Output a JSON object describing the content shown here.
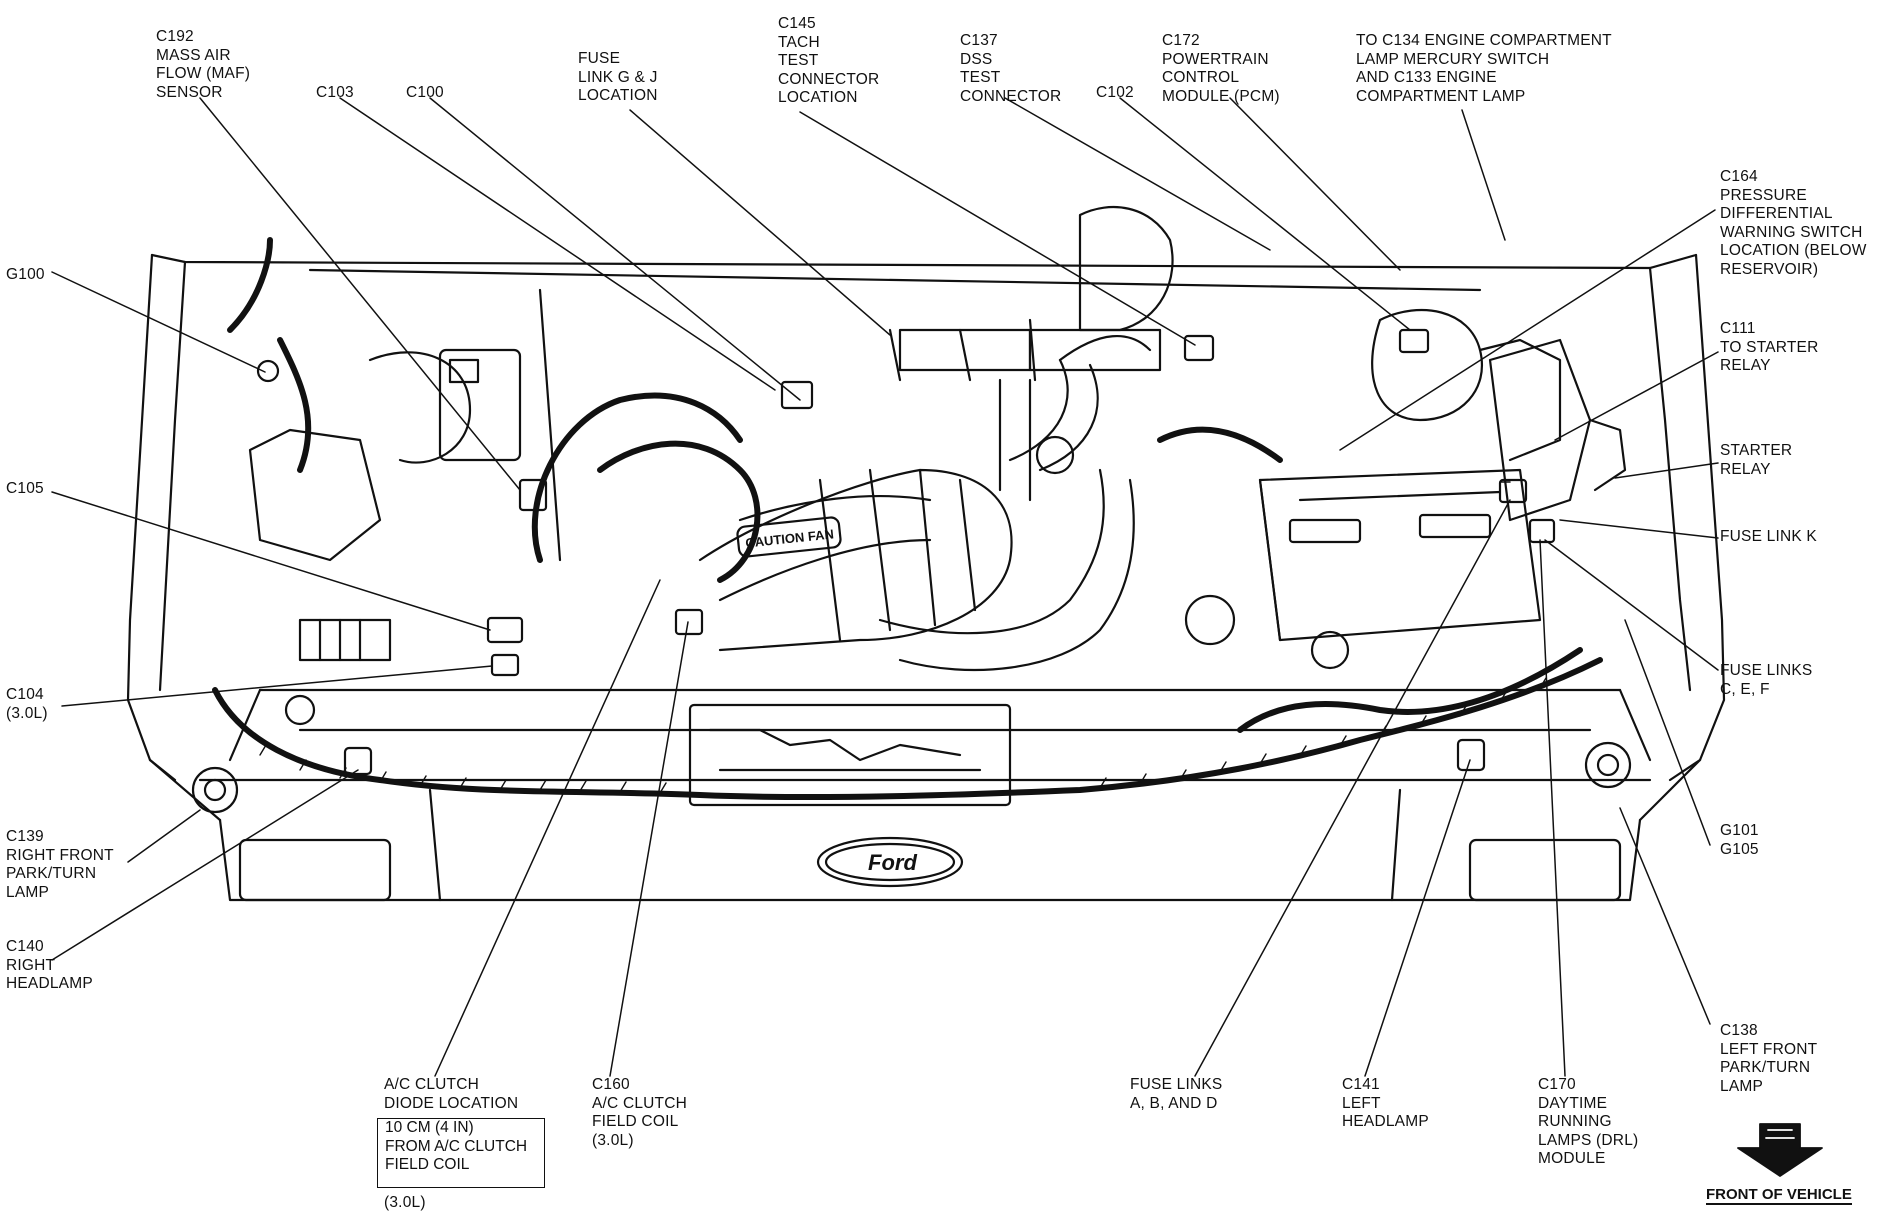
{
  "labels": {
    "c192": [
      "C192",
      "MASS AIR",
      "FLOW (MAF)",
      "SENSOR"
    ],
    "c103": [
      "C103"
    ],
    "c100": [
      "C100"
    ],
    "fuse_link_gj": [
      "FUSE",
      "LINK G & J",
      "LOCATION"
    ],
    "c145": [
      "C145",
      "TACH",
      "TEST",
      "CONNECTOR",
      "LOCATION"
    ],
    "c137": [
      "C137",
      "DSS",
      "TEST",
      "CONNECTOR"
    ],
    "c102": [
      "C102"
    ],
    "c172": [
      "C172",
      "POWERTRAIN",
      "CONTROL",
      "MODULE (PCM)"
    ],
    "c134": [
      "TO C134 ENGINE COMPARTMENT",
      "LAMP MERCURY SWITCH",
      "AND C133 ENGINE",
      "COMPARTMENT LAMP"
    ],
    "c164": [
      "C164",
      "PRESSURE",
      "DIFFERENTIAL",
      "WARNING SWITCH",
      "LOCATION (BELOW",
      "RESERVOIR)"
    ],
    "c111": [
      "C111",
      "TO STARTER",
      "RELAY"
    ],
    "starter_relay": [
      "STARTER",
      "RELAY"
    ],
    "fuse_link_k": [
      "FUSE LINK K"
    ],
    "fuse_links_cef": [
      "FUSE LINKS",
      "C, E, F"
    ],
    "g101": [
      "G101",
      "G105"
    ],
    "c138": [
      "C138",
      "LEFT FRONT",
      "PARK/TURN",
      "LAMP"
    ],
    "g100": [
      "G100"
    ],
    "c105": [
      "C105"
    ],
    "c104": [
      "C104",
      "(3.0L)"
    ],
    "c139": [
      "C139",
      "RIGHT FRONT",
      "PARK/TURN",
      "LAMP"
    ],
    "c140": [
      "C140",
      "RIGHT",
      "HEADLAMP"
    ],
    "ac_diode": [
      "A/C CLUTCH",
      "DIODE LOCATION"
    ],
    "c160": [
      "C160",
      "A/C CLUTCH",
      "FIELD COIL",
      "(3.0L)"
    ],
    "fuse_links_abd": [
      "FUSE LINKS",
      "A, B, AND D"
    ],
    "c141": [
      "C141",
      "LEFT",
      "HEADLAMP"
    ],
    "c170": [
      "C170",
      "DAYTIME",
      "RUNNING",
      "LAMPS (DRL)",
      "MODULE"
    ]
  },
  "note_box": [
    "10 CM (4 IN)",
    "FROM A/C CLUTCH",
    "FIELD COIL"
  ],
  "note_under": [
    "(3.0L)"
  ],
  "front_of_vehicle": "FRONT OF VEHICLE",
  "engine_text": {
    "caution_fan": "CAUTION FAN",
    "logo": "Ford"
  },
  "icons": [
    "front-arrow-icon",
    "ford-logo-icon"
  ],
  "colors": {
    "ink": "#111111",
    "background": "#ffffff"
  }
}
